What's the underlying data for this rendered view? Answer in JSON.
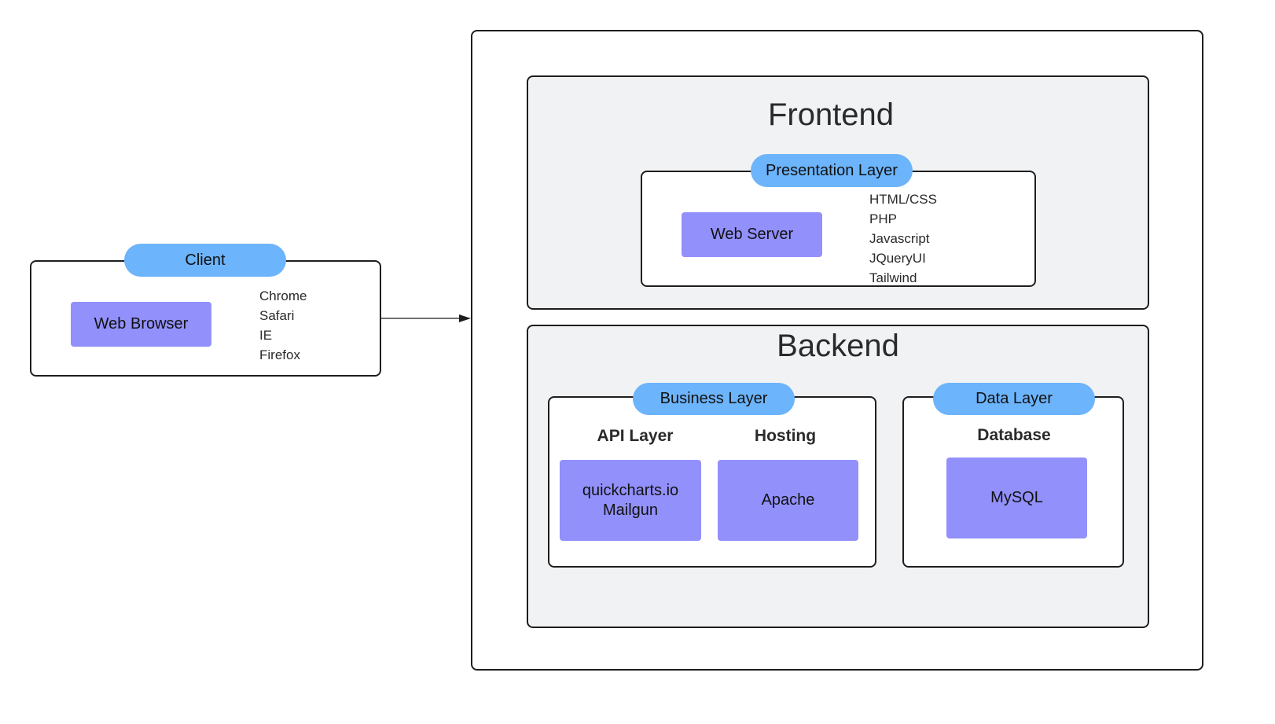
{
  "client": {
    "pill_label": "Client",
    "node_label": "Web Browser",
    "browsers": [
      "Chrome",
      "Safari",
      "IE",
      "Firefox"
    ]
  },
  "frontend": {
    "title": "Frontend",
    "presentation_layer": {
      "pill_label": "Presentation Layer",
      "node_label": "Web Server",
      "technologies": [
        "HTML/CSS",
        "PHP",
        "Javascript",
        "JQueryUI",
        "Tailwind"
      ]
    }
  },
  "backend": {
    "title": "Backend",
    "business_layer": {
      "pill_label": "Business Layer",
      "api_heading": "API Layer",
      "api_node": "quickcharts.io\nMailgun",
      "hosting_heading": "Hosting",
      "hosting_node": "Apache"
    },
    "data_layer": {
      "pill_label": "Data Layer",
      "heading": "Database",
      "node": "MySQL"
    }
  },
  "colors": {
    "pill": "#6cb4fb",
    "node": "#9290fb",
    "section_fill": "#f1f2f4",
    "border": "#1e1e1e"
  }
}
